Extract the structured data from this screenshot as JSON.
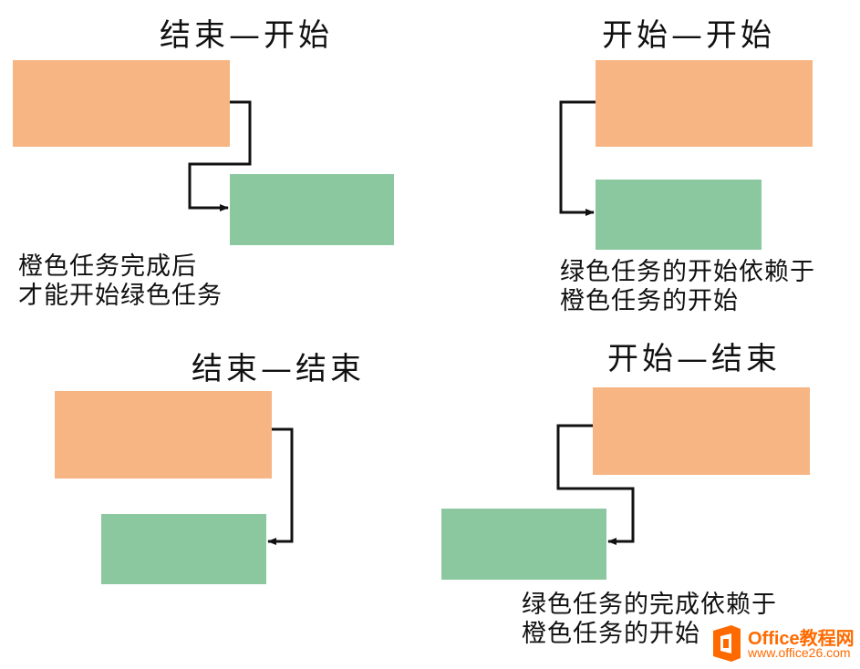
{
  "colors": {
    "orange": "#f7b583",
    "green": "#8bc89f",
    "line": "#111111",
    "logo": "#ff6a00"
  },
  "panels": [
    {
      "title": "结束—开始",
      "desc": [
        "橙色任务完成后",
        "才能开始绿色任务"
      ]
    },
    {
      "title": "开始—开始",
      "desc": [
        "绿色任务的开始依赖于",
        "橙色任务的开始"
      ]
    },
    {
      "title": "结束—结束",
      "desc": []
    },
    {
      "title": "开始—结束",
      "desc": [
        "绿色任务的完成依赖于",
        "橙色任务的开始"
      ]
    }
  ],
  "watermark": {
    "line1": "Office教程网",
    "line2": "www.office26.com",
    "icon": "office-logo-icon"
  }
}
